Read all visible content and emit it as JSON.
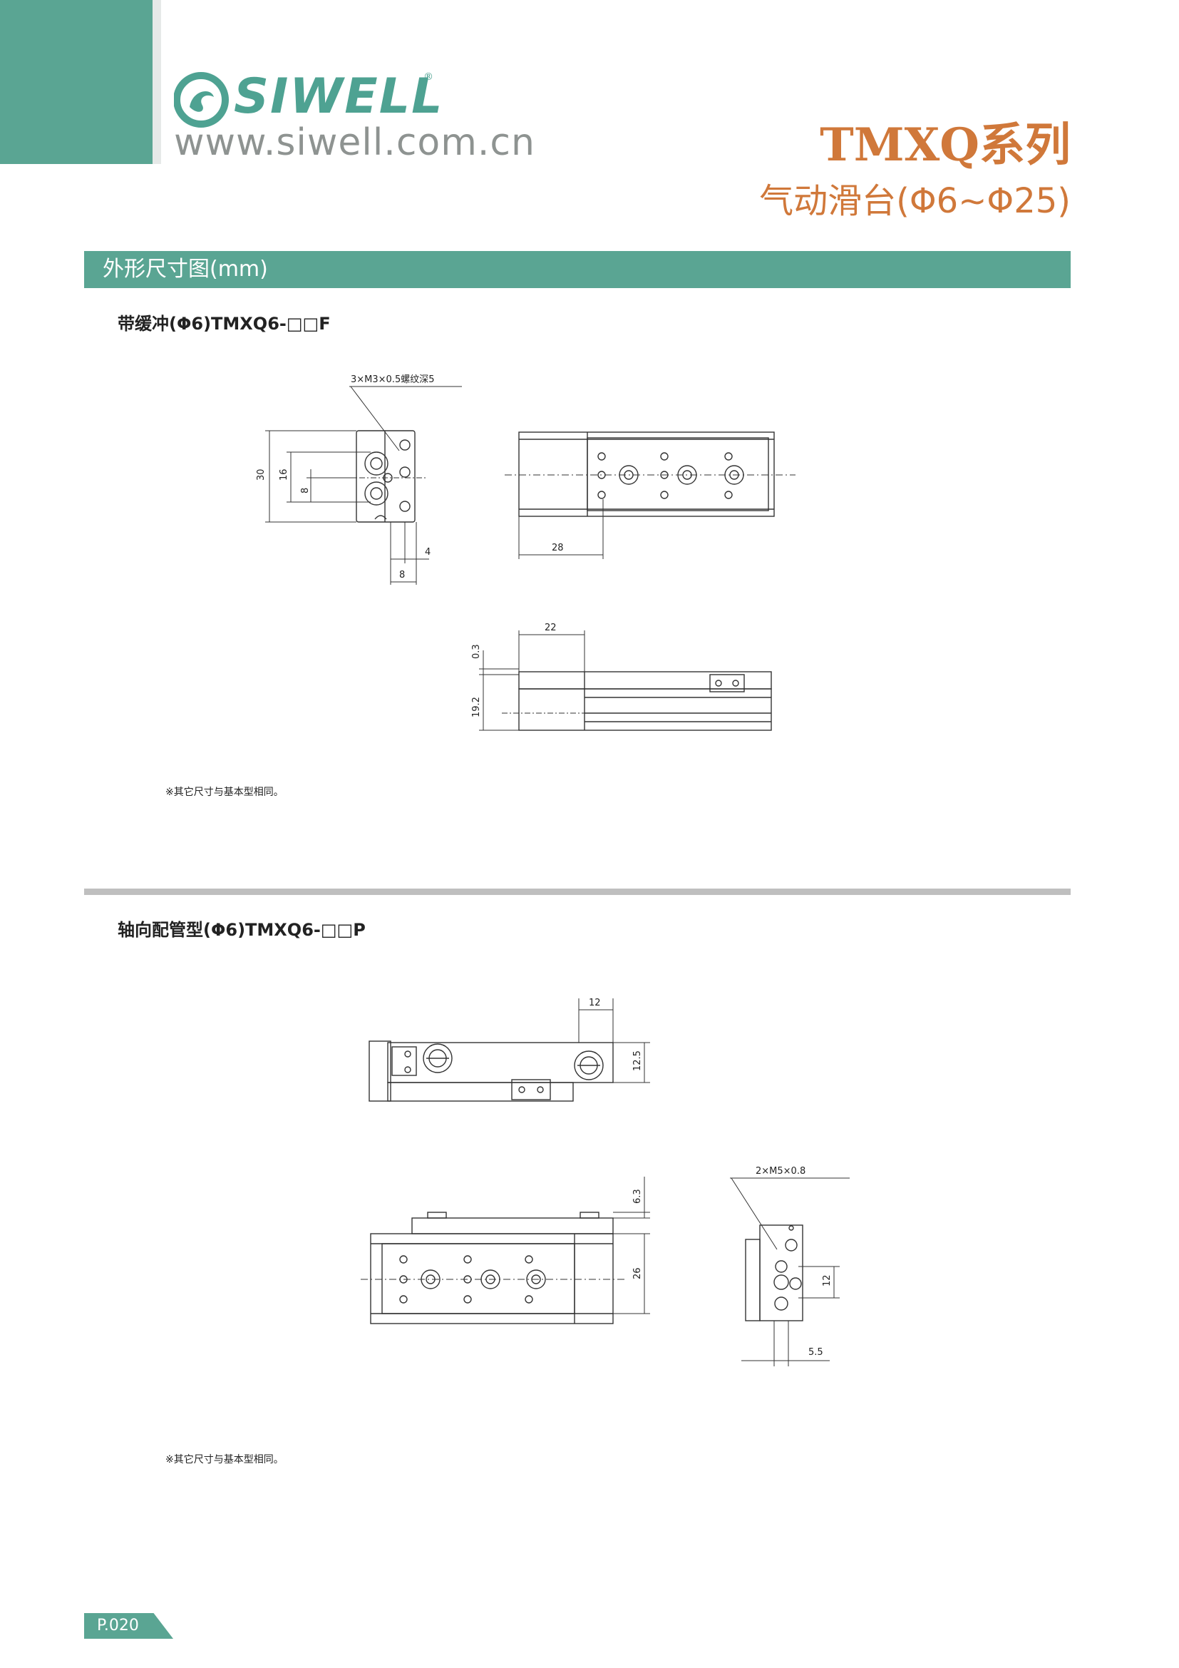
{
  "brand": {
    "name": "SIWELL",
    "registered": "®",
    "website": "www.siwell.com.cn"
  },
  "header": {
    "series_title": "TMXQ系列",
    "series_subtitle": "气动滑台(Φ6~Φ25)"
  },
  "section": {
    "title": "外形尺寸图(mm)"
  },
  "part1": {
    "heading": "带缓冲(Φ6)TMXQ6-□□F",
    "note": "※其它尺寸与基本型相同。",
    "callout": "3×M3×0.5螺纹深5",
    "dims": {
      "d30": "30",
      "d16": "16",
      "d8v": "8",
      "d4": "4",
      "d8h": "8",
      "d28": "28",
      "d22": "22",
      "d03": "0.3",
      "d192": "19.2"
    }
  },
  "part2": {
    "heading": "轴向配管型(Φ6)TMXQ6-□□P",
    "note": "※其它尺寸与基本型相同。",
    "callout": "2×M5×0.8",
    "dims": {
      "d12top": "12",
      "d125": "12.5",
      "d63": "6.3",
      "d26": "26",
      "d12side": "12",
      "d55": "5.5"
    }
  },
  "footer": {
    "page": "P.020"
  },
  "colors": {
    "teal": "#5aa593",
    "orange": "#d0783a",
    "grey": "#bfbfbf"
  }
}
